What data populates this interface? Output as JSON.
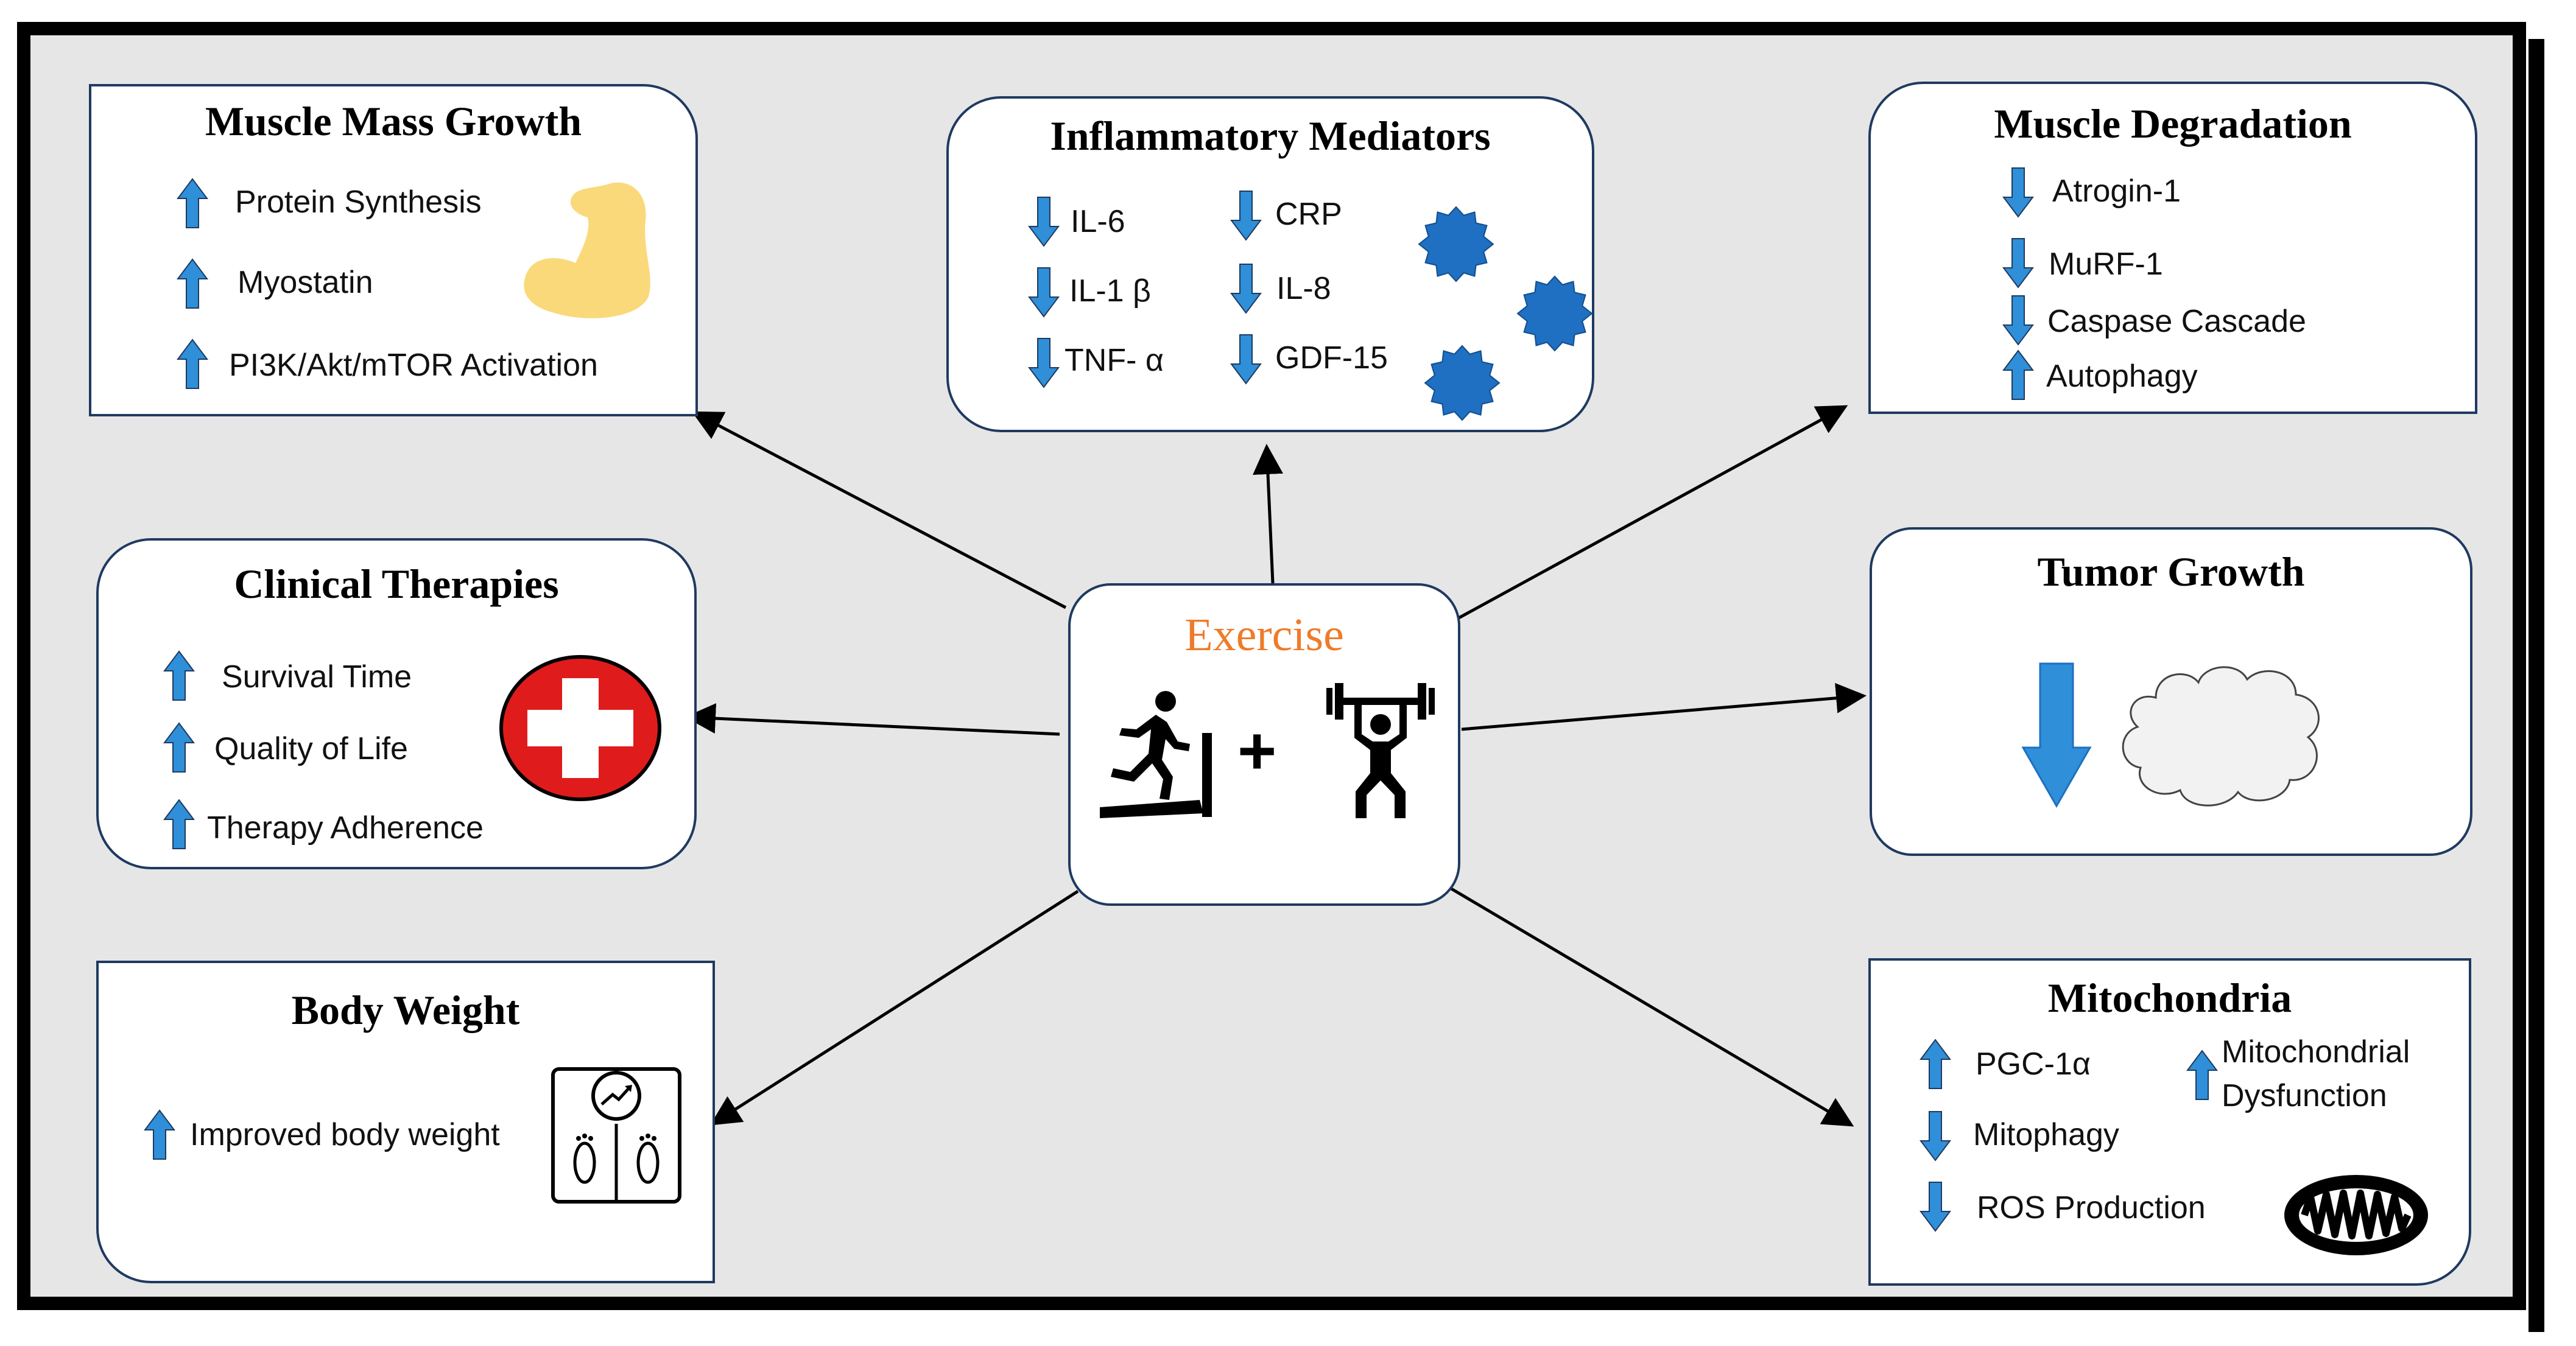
{
  "center": {
    "title": "Exercise",
    "plus": "+",
    "icons": [
      "treadmill-runner-icon",
      "weightlifter-icon"
    ]
  },
  "boxes": {
    "muscle_mass": {
      "title": "Muscle Mass Growth",
      "items": [
        {
          "label": "Protein Synthesis",
          "dir": "up"
        },
        {
          "label": "Myostatin",
          "dir": "up"
        },
        {
          "label": "PI3K/Akt/mTOR Activation",
          "dir": "up"
        }
      ],
      "icon": "flexed-bicep-icon"
    },
    "inflammatory": {
      "title": "Inflammatory Mediators",
      "items": [
        {
          "label": "IL-6",
          "dir": "down"
        },
        {
          "label": "IL-1 β",
          "dir": "down"
        },
        {
          "label": "TNF- α",
          "dir": "down"
        },
        {
          "label": "CRP",
          "dir": "down"
        },
        {
          "label": "IL-8",
          "dir": "down"
        },
        {
          "label": "GDF-15",
          "dir": "down"
        }
      ],
      "icon": "cytokine-icon"
    },
    "muscle_degradation": {
      "title": "Muscle Degradation",
      "items": [
        {
          "label": "Atrogin-1",
          "dir": "down"
        },
        {
          "label": "MuRF-1",
          "dir": "down"
        },
        {
          "label": "Caspase Cascade",
          "dir": "down"
        },
        {
          "label": "Autophagy",
          "dir": "up"
        }
      ]
    },
    "clinical": {
      "title": "Clinical Therapies",
      "items": [
        {
          "label": "Survival Time",
          "dir": "up"
        },
        {
          "label": "Quality of Life",
          "dir": "up"
        },
        {
          "label": "Therapy Adherence",
          "dir": "up"
        }
      ],
      "icon": "medical-cross-icon"
    },
    "tumor": {
      "title": "Tumor Growth",
      "items": [
        {
          "label": "",
          "dir": "down"
        }
      ],
      "icon": "tumor-cloud-icon"
    },
    "body_weight": {
      "title": "Body Weight",
      "items": [
        {
          "label": "Improved body weight",
          "dir": "up"
        }
      ],
      "icon": "weight-scale-icon"
    },
    "mitochondria": {
      "title": "Mitochondria",
      "items": [
        {
          "label": "PGC-1α",
          "dir": "up"
        },
        {
          "label": "Mitophagy",
          "dir": "down"
        },
        {
          "label": "ROS Production",
          "dir": "down"
        },
        {
          "label": "Mitochondrial",
          "dir": "up"
        },
        {
          "label": "Dysfunction",
          "dir": "none"
        }
      ],
      "icon": "mitochondrion-icon"
    }
  },
  "colors": {
    "arrow_fill": "#2f8fd8",
    "cytokine": "#1f6fc2",
    "bicep": "#fad97a",
    "cross_red": "#e01b1b",
    "exercise_title": "#ef7b2a",
    "border": "#1f3a60"
  }
}
